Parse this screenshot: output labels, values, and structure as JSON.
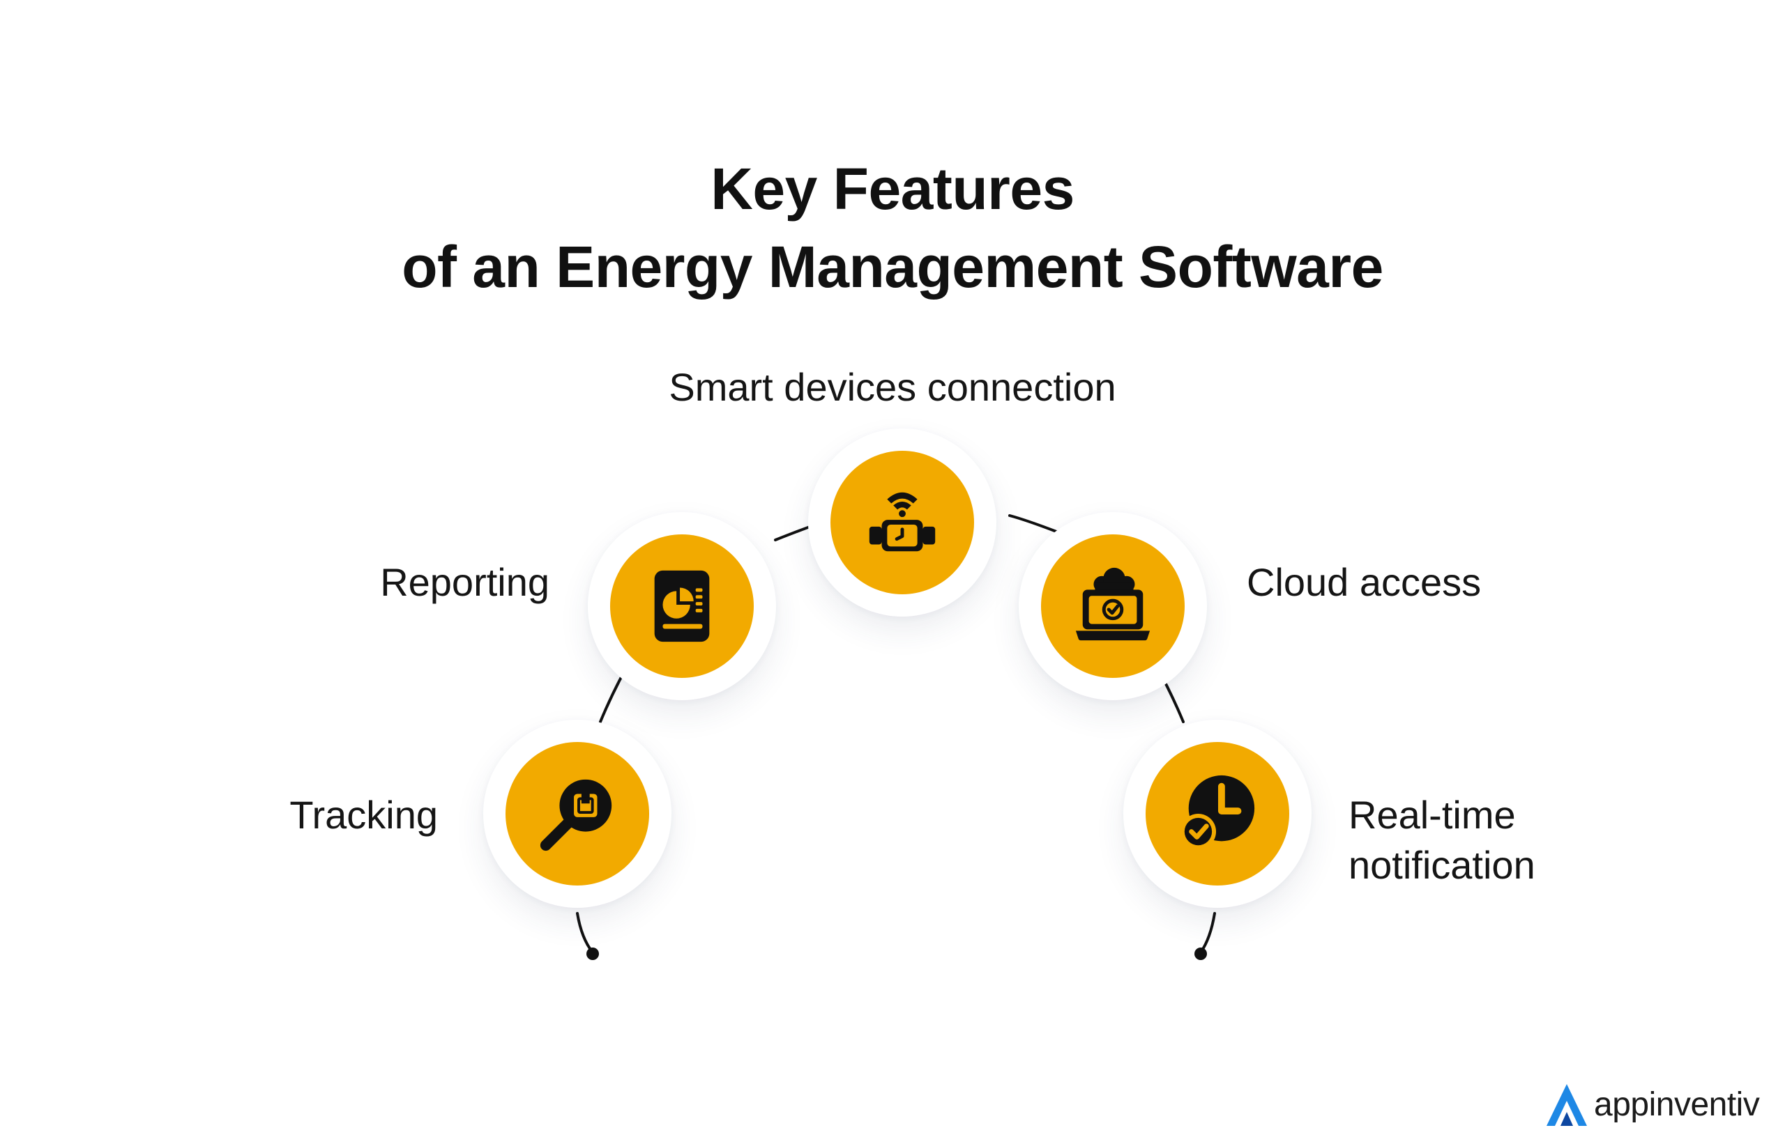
{
  "title": {
    "line1": "Key Features",
    "line2": "of an Energy Management Software"
  },
  "features": {
    "smart": {
      "label": "Smart devices connection",
      "icon": "smartwatch-wifi-icon"
    },
    "reporting": {
      "label": "Reporting",
      "icon": "report-chart-icon"
    },
    "cloud": {
      "label": "Cloud access",
      "icon": "cloud-laptop-icon"
    },
    "tracking": {
      "label": "Tracking",
      "icon": "magnifier-box-icon"
    },
    "realtime": {
      "line1": "Real-time",
      "line2": "notification",
      "icon": "clock-check-icon"
    }
  },
  "brand": {
    "name": "appinventiv"
  },
  "colors": {
    "accent": "#F2AA00",
    "text": "#111111",
    "brand_blue": "#1E88E5"
  }
}
